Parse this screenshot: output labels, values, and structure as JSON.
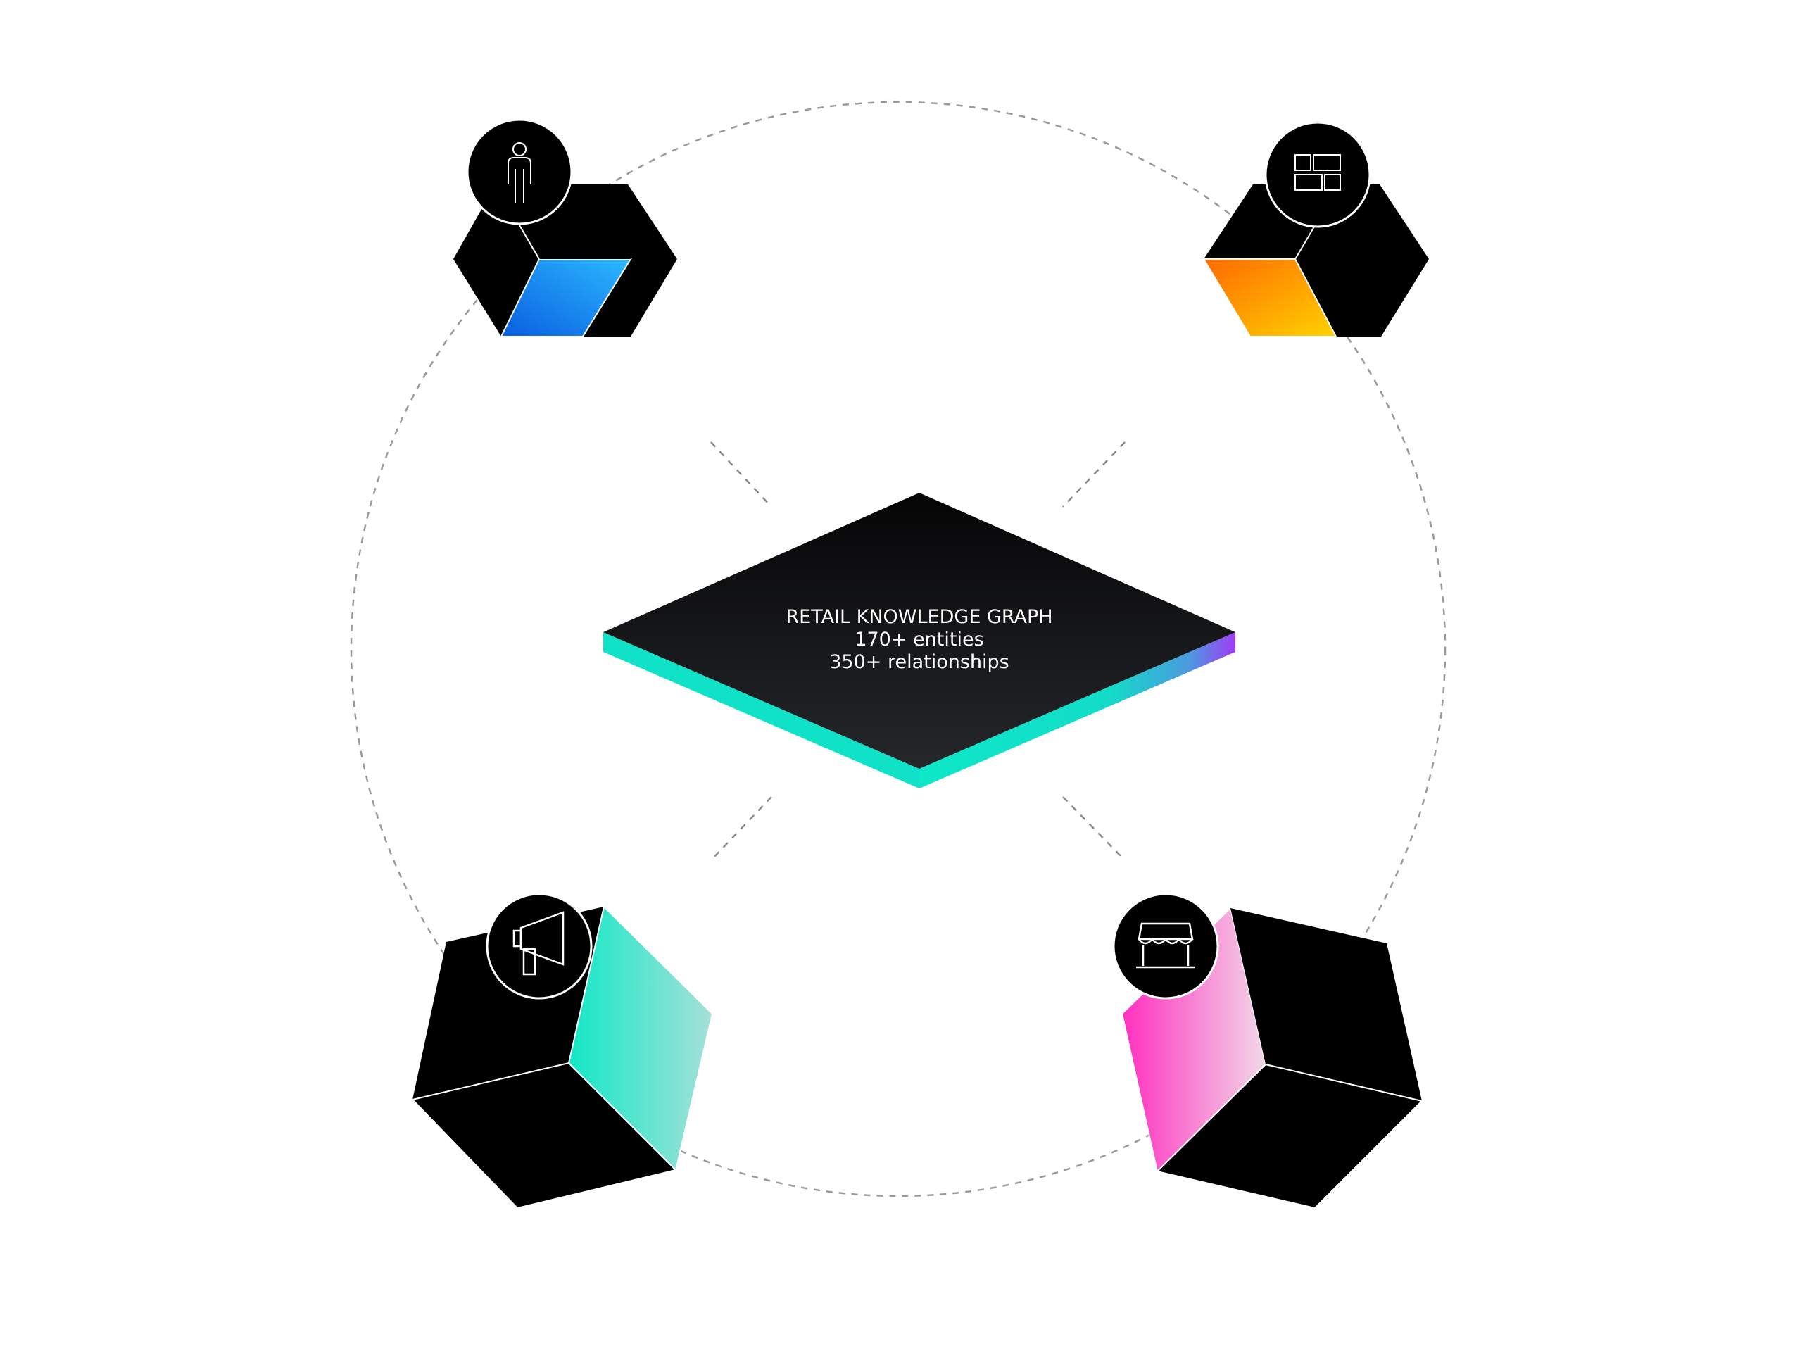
{
  "center": {
    "title": "RETAIL KNOWLEDGE GRAPH",
    "entities": "170+ entities",
    "relationships": "350+ relationships"
  },
  "nodes": [
    {
      "id": "customer",
      "icon": "person-icon",
      "accent": [
        "#0a5fe0",
        "#2bb8ff"
      ]
    },
    {
      "id": "product",
      "icon": "layout-grid-icon",
      "accent": [
        "#ff6a00",
        "#ffd200"
      ]
    },
    {
      "id": "marketing",
      "icon": "megaphone-icon",
      "accent": [
        "#12e8c6",
        "#a6e0d8"
      ]
    },
    {
      "id": "store",
      "icon": "storefront-icon",
      "accent": [
        "#ff2fbf",
        "#f2d8e8"
      ]
    }
  ],
  "colors": {
    "background": "#ffffff",
    "shape": "#000000",
    "platform_top": "#15171a",
    "platform_edge_start": "#0ee8c8",
    "platform_edge_end": "#a03cf5",
    "dashed_ring": "#9a9a9a"
  }
}
